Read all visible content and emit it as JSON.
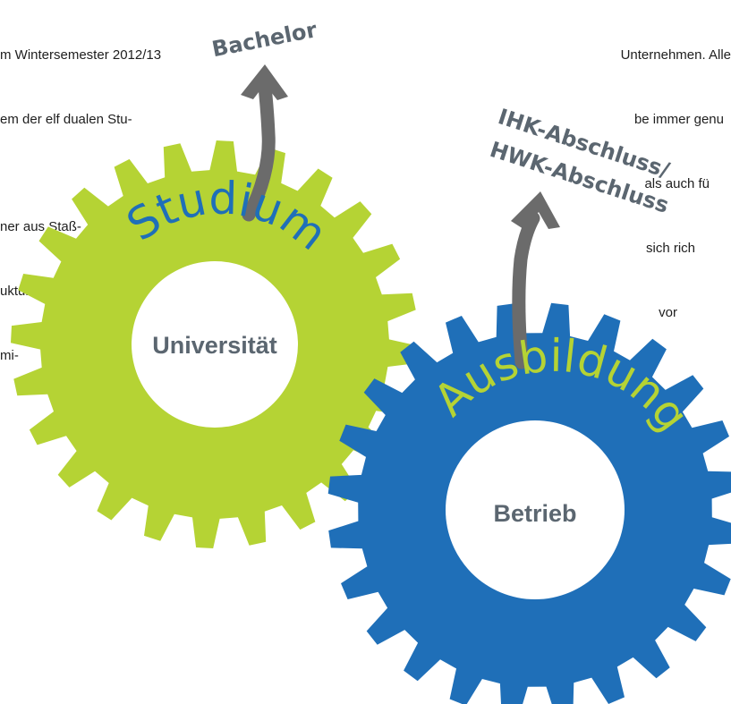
{
  "left_text_lines": [
    "m Wintersemester 2012/13",
    "em der elf dualen Stu-",
    "",
    "ner aus Staß-",
    "ukturel-",
    "mi-"
  ],
  "right_text_lines": [
    "Unternehmen. Alle",
    "be immer genu",
    "als auch fü",
    "sich rich",
    "vor"
  ],
  "diagram": {
    "gear_left": {
      "arc_label": "Studium",
      "center_label": "Universität",
      "color": "#b5d334"
    },
    "gear_right": {
      "arc_label": "Ausbildung",
      "center_label": "Betrieb",
      "color": "#1f6fb8"
    },
    "arrow_left_label": "Bachelor",
    "arrow_right_label_line1": "IHK-Abschluss/",
    "arrow_right_label_line2": "HWK-Abschluss",
    "arrow_color": "#6b6b6b",
    "arc_label_color_left": "#1f6fb8",
    "arc_label_color_right": "#b5d334",
    "center_label_color": "#5b6670",
    "label_color": "#5b6670"
  }
}
